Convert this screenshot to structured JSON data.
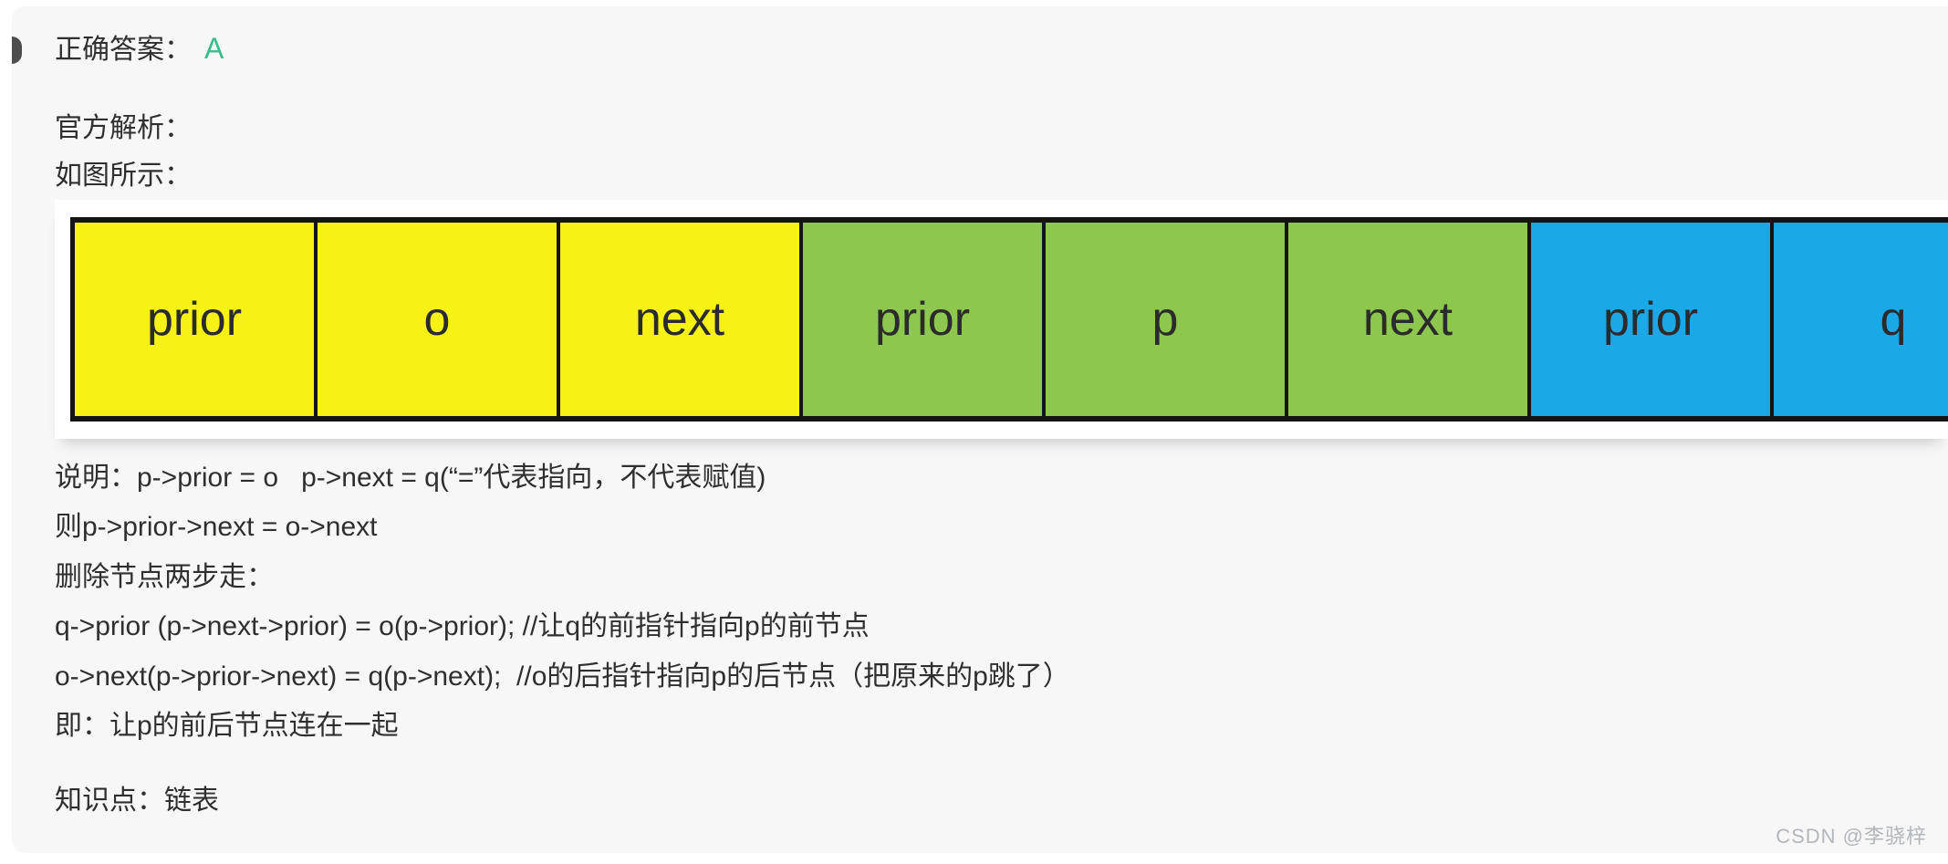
{
  "answer": {
    "label": "正确答案：",
    "value": "A"
  },
  "analysis": {
    "heading": "官方解析：",
    "figure_intro": "如图所示：",
    "lines": [
      "说明：p->prior = o   p->next = q(“=”代表指向，不代表赋值)",
      "则p->prior->next = o->next",
      "删除节点两步走：",
      "q->prior (p->next->prior) = o(p->prior); //让q的前指针指向p的前节点",
      "o->next(p->prior->next) = q(p->next);  //o的后指针指向p的后节点（把原来的p跳了）",
      "即：让p的前后节点连在一起"
    ]
  },
  "knowledge": "知识点：链表",
  "watermark": "CSDN @李骁梓",
  "diagram": {
    "description": "doubly linked list nodes o, p, q each with prior and next fields",
    "border_color": "#141414",
    "cell_text_color": "#2b2b2b",
    "cells": [
      {
        "label": "prior",
        "node": "o",
        "color": "#f5f214"
      },
      {
        "label": "o",
        "node": "o",
        "color": "#f5f214"
      },
      {
        "label": "next",
        "node": "o",
        "color": "#f5f214"
      },
      {
        "label": "prior",
        "node": "p",
        "color": "#8dc74d"
      },
      {
        "label": "p",
        "node": "p",
        "color": "#8dc74d"
      },
      {
        "label": "next",
        "node": "p",
        "color": "#8dc74d"
      },
      {
        "label": "prior",
        "node": "q",
        "color": "#1aa9e6"
      },
      {
        "label": "q",
        "node": "q",
        "color": "#1aa9e6"
      }
    ]
  },
  "colors": {
    "answer_green": "#3bbc8c",
    "panel_bg": "#f7f7f8",
    "watermark_gray": "#b3b7bb"
  }
}
